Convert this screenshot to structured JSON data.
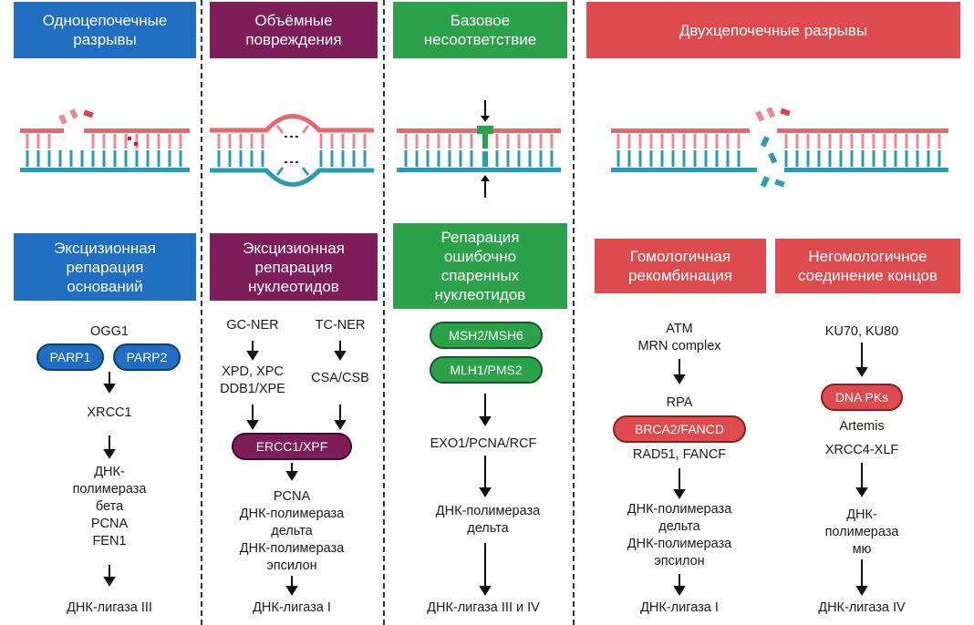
{
  "headers": {
    "col1": "Одноцепочечные\nразрывы",
    "col2": "Объёмные\nповреждения",
    "col3": "Базовое\nнесоответствие",
    "col4": "Двухцепочечные разрывы"
  },
  "pathways": {
    "col1": "Эксцизионная\nрепарация\nоснований",
    "col2": "Эксцизионная\nрепарация\nнуклеотидов",
    "col3": "Репарация\nошибочно\nспаренных\nнуклеотидов",
    "col4a": "Гомологичная\nрекомбинация",
    "col4b": "Негомологичное\nсоединение концов"
  },
  "col1": {
    "ogg1": "OGG1",
    "parp1": "PARP1",
    "parp2": "PARP2",
    "xrcc1": "XRCC1",
    "proteins": "ДНК-\nполимераза\nбета\nPCNA\nFEN1",
    "ligase": "ДНК-лигаза III"
  },
  "col2": {
    "gc_ner": "GC-NER",
    "tc_ner": "TC-NER",
    "xpd": "XPD, XPC\nDDB1/XPE",
    "csa": "CSA/CSB",
    "ercc1": "ERCC1/XPF",
    "proteins": "PCNA\nДНК-полимераза\nдельта\nДНК-полимераза\nэпсилон",
    "ligase": "ДНК-лигаза I"
  },
  "col3": {
    "msh": "MSH2/MSH6",
    "mlh": "MLH1/PMS2",
    "exo": "EXO1/PCNA/RCF",
    "polymerase": "ДНК-полимераза\nдельта",
    "ligase": "ДНК-лигаза III и IV"
  },
  "col4a": {
    "atm": "ATM\nMRN complex",
    "rpa": "RPA",
    "brca": "BRCA2/FANCD",
    "rad51": "RAD51, FANCF",
    "polymerase": "ДНК-полимераза\nдельта\nДНК-полимераза\nэпсилон",
    "ligase": "ДНК-лигаза I"
  },
  "col4b": {
    "ku": "KU70, KU80",
    "dnapk": "DNA PKs",
    "artemis": "Artemis",
    "xrcc4": "XRCC4-XLF",
    "polymerase": "ДНК-\nполимераза\nмю",
    "ligase": "ДНК-лигаза IV"
  },
  "colors": {
    "blue": "#1f6ec1",
    "purple": "#7d1e5b",
    "green": "#2ba24a",
    "red": "#de4b4e",
    "dna_top": "#e06a6f",
    "dna_bottom": "#2b9bb3"
  }
}
